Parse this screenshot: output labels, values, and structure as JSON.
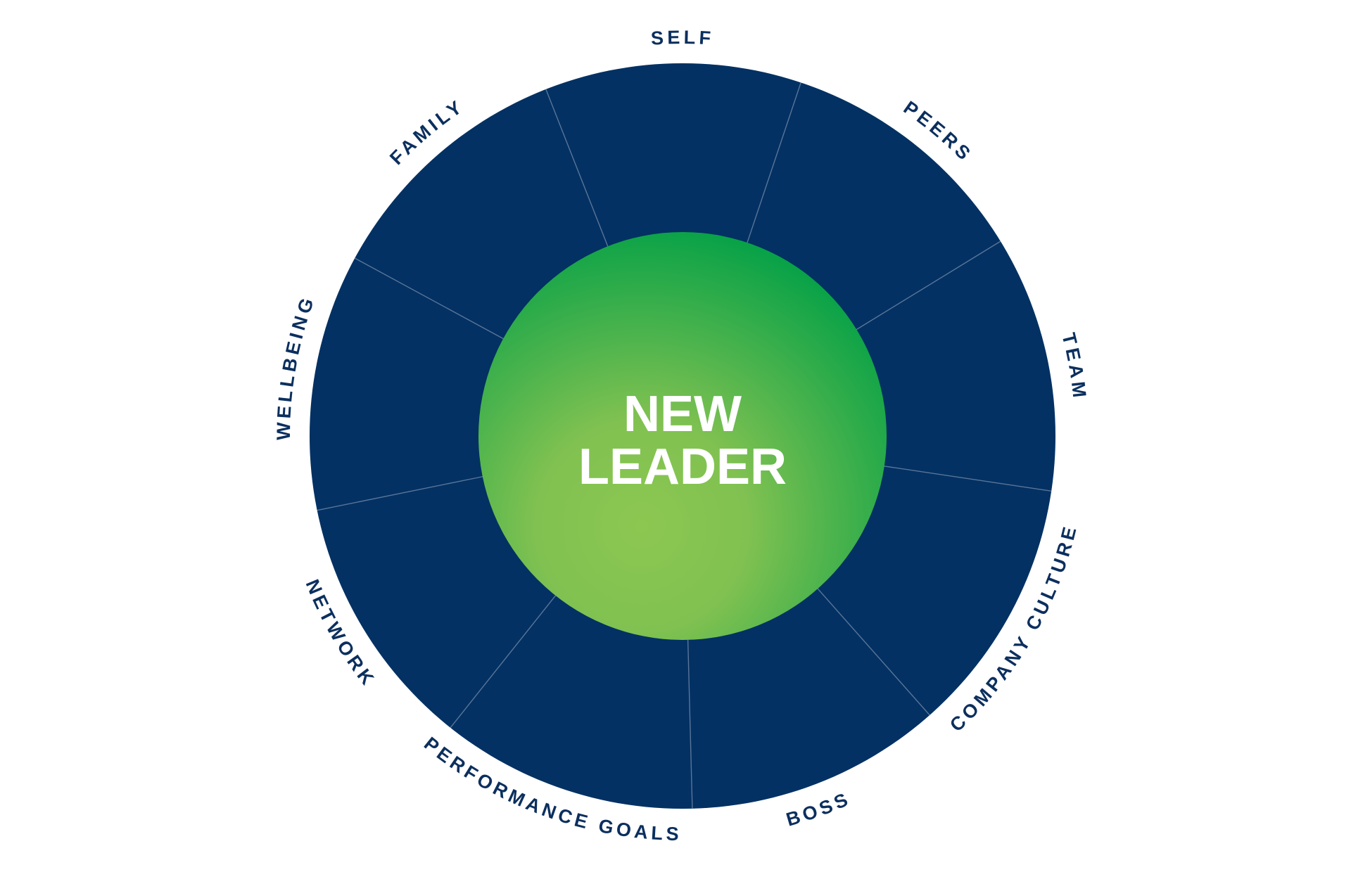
{
  "colors": {
    "ring": "#033163",
    "divider": "#5a7598",
    "label": "#0b2f5e",
    "center_light": "#8cc751",
    "center_dark": "#05a147",
    "center_text": "#ffffff"
  },
  "diagram": {
    "center": {
      "line1": "NEW",
      "line2": "LEADER"
    },
    "segments": [
      {
        "label": "SELF"
      },
      {
        "label": "PEERS"
      },
      {
        "label": "TEAM"
      },
      {
        "label": "COMPANY CULTURE"
      },
      {
        "label": "BOSS"
      },
      {
        "label": "PERFORMANCE GOALS"
      },
      {
        "label": "NETWORK"
      },
      {
        "label": "WELLBEING"
      },
      {
        "label": "FAMILY"
      }
    ]
  }
}
